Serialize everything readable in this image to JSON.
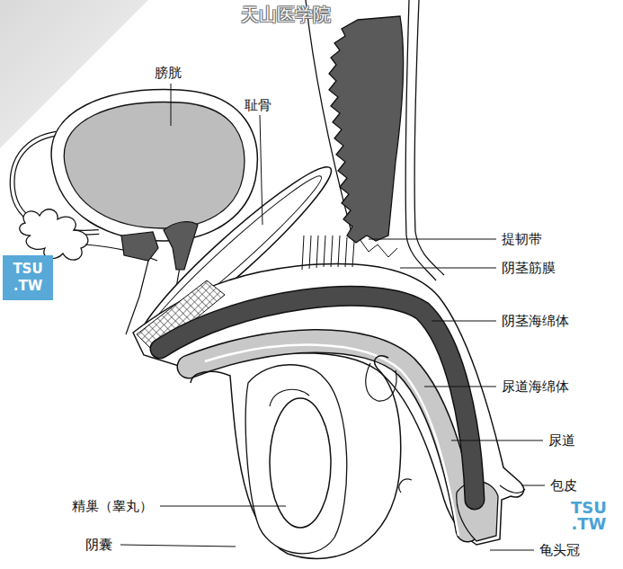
{
  "diagram": {
    "labels": [
      "天山医学院",
      "膀胱",
      "耻骨",
      "提韧带",
      "阴茎筋膜",
      "阴茎海绵体",
      "尿道海绵体",
      "尿道",
      "包皮",
      "龟头冠",
      "精巢（睾丸）",
      "阴囊",
      "TSU .TW",
      "TSU .TW"
    ]
  }
}
